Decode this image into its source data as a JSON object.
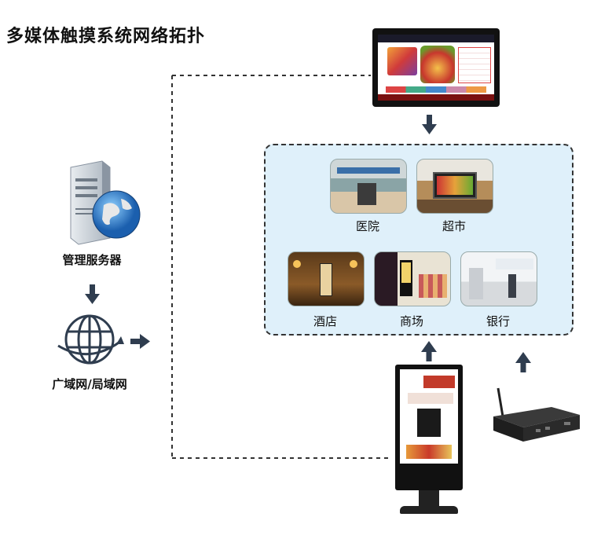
{
  "title": "多媒体触摸系统网络拓扑",
  "server": {
    "label": "管理服务器",
    "icon": "server-globe-icon"
  },
  "network": {
    "label": "广域网/局域网",
    "icon": "globe-network-icon"
  },
  "venues": [
    {
      "label": "医院",
      "icon": "hospital-photo"
    },
    {
      "label": "超市",
      "icon": "supermarket-photo"
    },
    {
      "label": "酒店",
      "icon": "hotel-photo"
    },
    {
      "label": "商场",
      "icon": "mall-photo"
    },
    {
      "label": "银行",
      "icon": "bank-photo"
    }
  ],
  "colors": {
    "panel_bg": "#dff0fa",
    "arrow": "#2f3d4f",
    "dash": "#333333"
  }
}
